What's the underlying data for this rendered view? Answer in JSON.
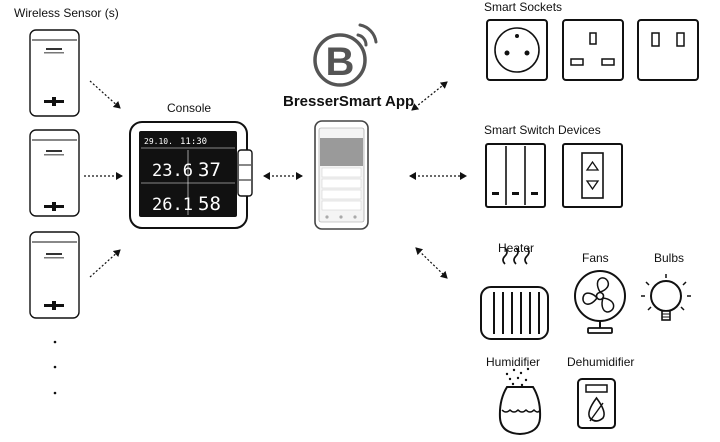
{
  "labels": {
    "wireless_sensors": "Wireless Sensor (s)",
    "console": "Console",
    "app": "BresserSmart App",
    "smart_sockets": "Smart Sockets",
    "smart_switch_devices": "Smart Switch Devices",
    "heater": "Heater",
    "fans": "Fans",
    "bulbs": "Bulbs",
    "humidifier": "Humidifier",
    "dehumidifier": "Dehumidifier"
  },
  "console_display": {
    "date": "29.10.",
    "time": "11:30",
    "indoor_temp": "23.6",
    "indoor_hum": "37",
    "outdoor_temp": "26.1",
    "outdoor_hum": "58"
  },
  "logo": {
    "letter": "B"
  },
  "ellipsis": "·\n·\n·"
}
